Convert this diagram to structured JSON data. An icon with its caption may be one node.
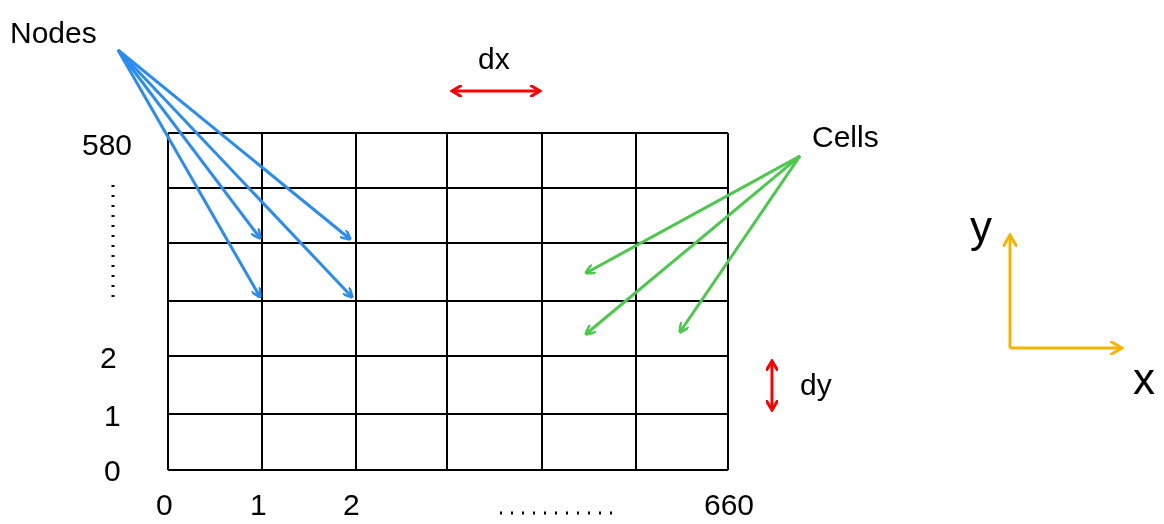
{
  "diagram": {
    "nodes": [
      {
        "text": [
          "Nodes"
        ]
      },
      {
        "text": [
          "Cells"
        ]
      }
    ],
    "edges": [
      {
        "from": 0,
        "to": null,
        "arrow": "to"
      },
      {
        "from": 0,
        "to": null,
        "arrow": "to"
      },
      {
        "from": 0,
        "to": null,
        "arrow": "to"
      },
      {
        "from": 0,
        "to": null,
        "arrow": "to"
      },
      {
        "from": 1,
        "to": null,
        "arrow": "to",
        "color": "#4cc94c"
      },
      {
        "from": 1,
        "to": null,
        "arrow": "to",
        "color": "#4cc94c"
      },
      {
        "from": 1,
        "to": null,
        "arrow": "to",
        "color": "#4cc94c"
      }
    ],
    "labels": [
      "dx",
      "580",
      "y",
      "2",
      "dy",
      "x",
      "1",
      "0",
      "0",
      "1",
      "2",
      "660"
    ]
  }
}
